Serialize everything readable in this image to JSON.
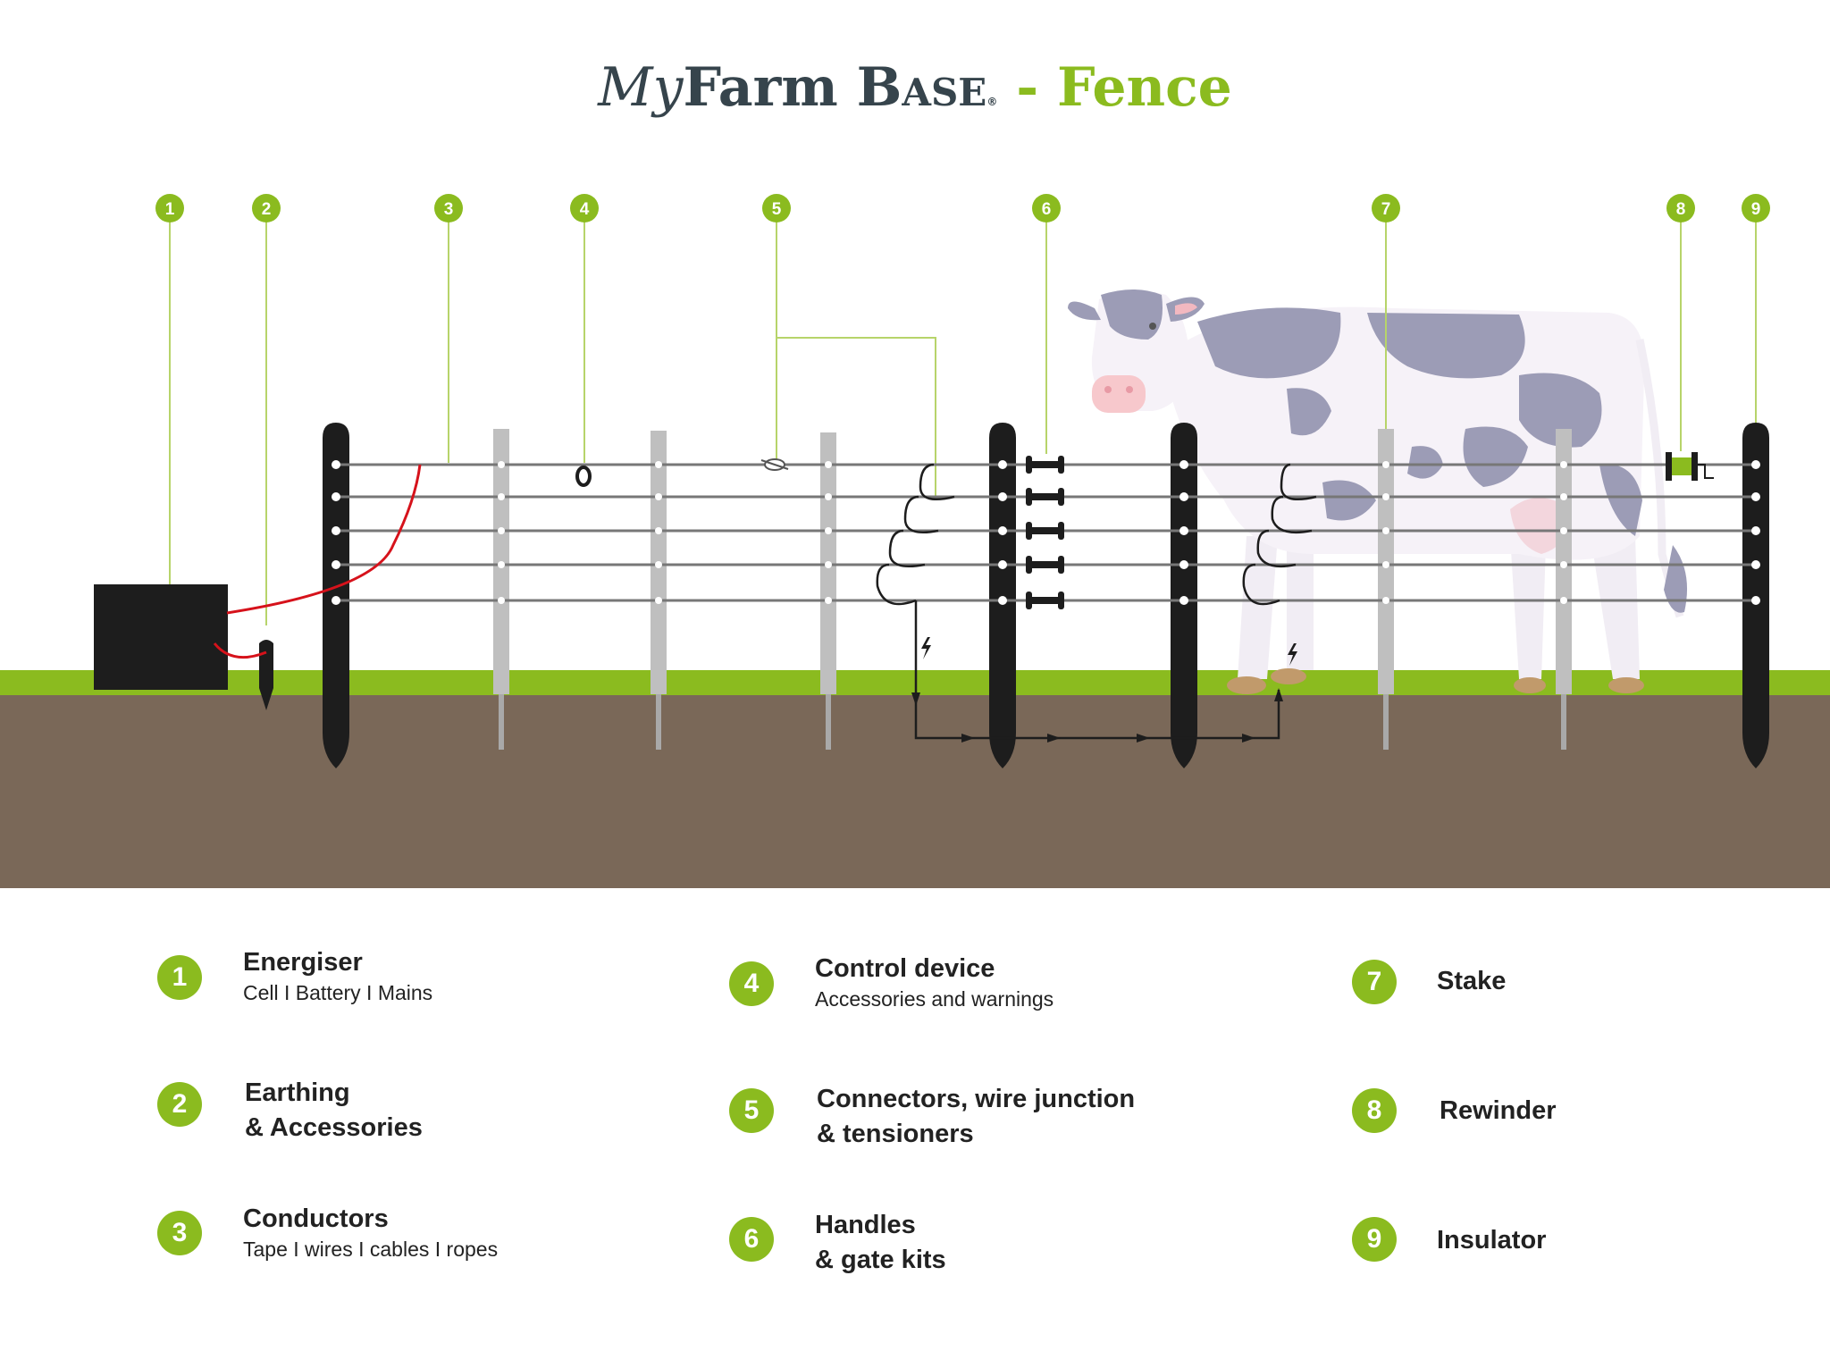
{
  "header": {
    "brand_my": "My",
    "brand_farm": "Farm",
    "brand_base": "Base",
    "brand_reg": "®",
    "separator": " - ",
    "section": "Fence"
  },
  "colors": {
    "accent_green": "#8bbb1f",
    "brand_dark": "#36444c",
    "soil": "#7a6858",
    "grass": "#8bbb1f",
    "post_black": "#1d1d1d",
    "stake_grey": "#bfbfbf",
    "wire_grey": "#777777",
    "live_wire_red": "#d6121b",
    "cow_patch": "#9c9cb6",
    "cow_body": "#f6f2f8"
  },
  "callouts": [
    "1",
    "2",
    "3",
    "4",
    "5",
    "6",
    "7",
    "8",
    "9"
  ],
  "legend": [
    {
      "number": "1",
      "title": "Energiser",
      "subtitle": "Cell I Battery I Mains"
    },
    {
      "number": "2",
      "title": "Earthing",
      "title2": "& Accessories"
    },
    {
      "number": "3",
      "title": "Conductors",
      "subtitle": "Tape I wires I cables I ropes"
    },
    {
      "number": "4",
      "title": "Control device",
      "subtitle": "Accessories and warnings"
    },
    {
      "number": "5",
      "title": "Connectors, wire junction",
      "title2": "& tensioners"
    },
    {
      "number": "6",
      "title": "Handles",
      "title2": "& gate kits"
    },
    {
      "number": "7",
      "title": "Stake"
    },
    {
      "number": "8",
      "title": "Rewinder"
    },
    {
      "number": "9",
      "title": "Insulator"
    }
  ]
}
